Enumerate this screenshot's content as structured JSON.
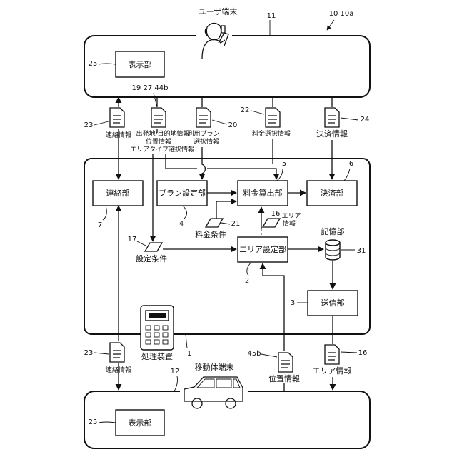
{
  "user_terminal": {
    "title": "ユーザ端末",
    "ref": "11",
    "system_refs": "10  10a"
  },
  "user_display": {
    "label": "表示部",
    "ref": "25"
  },
  "vehicle_terminal": {
    "title": "移動体端末",
    "ref": "12"
  },
  "vehicle_display": {
    "label": "表示部",
    "ref": "25"
  },
  "processing_device": {
    "label": "処理装置",
    "ref": "1"
  },
  "units": {
    "contact": {
      "label": "連絡部",
      "ref": "7"
    },
    "plan": {
      "label": "プラン設定部",
      "ref": "4"
    },
    "fee": {
      "label": "料金算出部",
      "ref": "5"
    },
    "settle": {
      "label": "決済部",
      "ref": "6"
    },
    "area": {
      "label": "エリア設定部",
      "ref": "2"
    },
    "storage": {
      "label": "記憶部",
      "ref": "31"
    },
    "send": {
      "label": "送信部",
      "ref": "3"
    }
  },
  "docs": {
    "contact_top": {
      "label": "連絡情報",
      "ref": "23"
    },
    "dest": {
      "line1": "出発地/目的地情報",
      "line2": "位置情報",
      "line3": "エリアタイプ選択情報",
      "ref": "19 27 44b"
    },
    "plan_select": {
      "line1": "利用プラン",
      "line2": "選択情報",
      "ref": "20"
    },
    "fee_select": {
      "label": "料金選択情報",
      "ref": "22"
    },
    "payment": {
      "label": "決済情報",
      "ref": "24"
    },
    "contact_bottom": {
      "label": "連絡情報",
      "ref": "23"
    },
    "position": {
      "label": "位置情報",
      "ref": "45b"
    },
    "area_info": {
      "label": "エリア情報",
      "ref": "16"
    }
  },
  "params": {
    "fee_conditions": {
      "label": "料金条件",
      "ref": "21"
    },
    "area_param": {
      "line1": "エリア",
      "line2": "情報",
      "ref": "16"
    },
    "settings": {
      "label": "設定条件",
      "ref": "17"
    }
  }
}
